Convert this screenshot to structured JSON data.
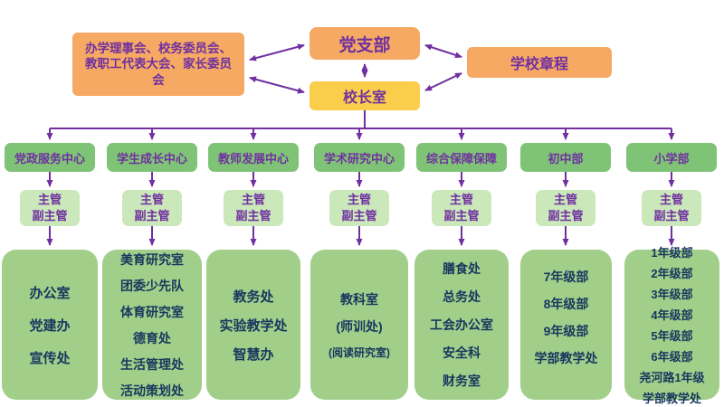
{
  "top": {
    "council": "办学理事会、校务委员会、教职工代表大会、家长委员会",
    "party_branch": "党支部",
    "school_charter": "学校章程",
    "principal_office": "校长室"
  },
  "roles": {
    "manager": "主管",
    "deputy": "副主管"
  },
  "departments": [
    {
      "name": "党政服务中心",
      "units": [
        "办公室",
        "党建办",
        "宣传处"
      ]
    },
    {
      "name": "学生成长中心",
      "units": [
        "美育研究室",
        "团委少先队",
        "体育研究室",
        "德育处",
        "生活管理处",
        "活动策划处"
      ]
    },
    {
      "name": "教师发展中心",
      "units": [
        "教务处",
        "实验教学处",
        "智慧办"
      ]
    },
    {
      "name": "学术研究中心",
      "units": [
        "教科室",
        "(师训处)",
        "(阅读研究室)"
      ]
    },
    {
      "name": "综合保障保障",
      "units": [
        "膳食处",
        "总务处",
        "工会办公室",
        "安全科",
        "财务室"
      ]
    },
    {
      "name": "初中部",
      "units": [
        "7年级部",
        "8年级部",
        "9年级部",
        "学部教学处"
      ]
    },
    {
      "name": "小学部",
      "units": [
        "1年级部",
        "2年级部",
        "3年级部",
        "4年级部",
        "5年级部",
        "6年级部",
        "尧河路1年级",
        "学部教学处"
      ]
    }
  ],
  "colors": {
    "orange": "#F5A963",
    "yellow": "#FACD4B",
    "green_header": "#7FC476",
    "green_light": "#CBE8BB",
    "green_units": "#A1CF8A",
    "purple": "#7030A0",
    "navy": "#17375E"
  }
}
